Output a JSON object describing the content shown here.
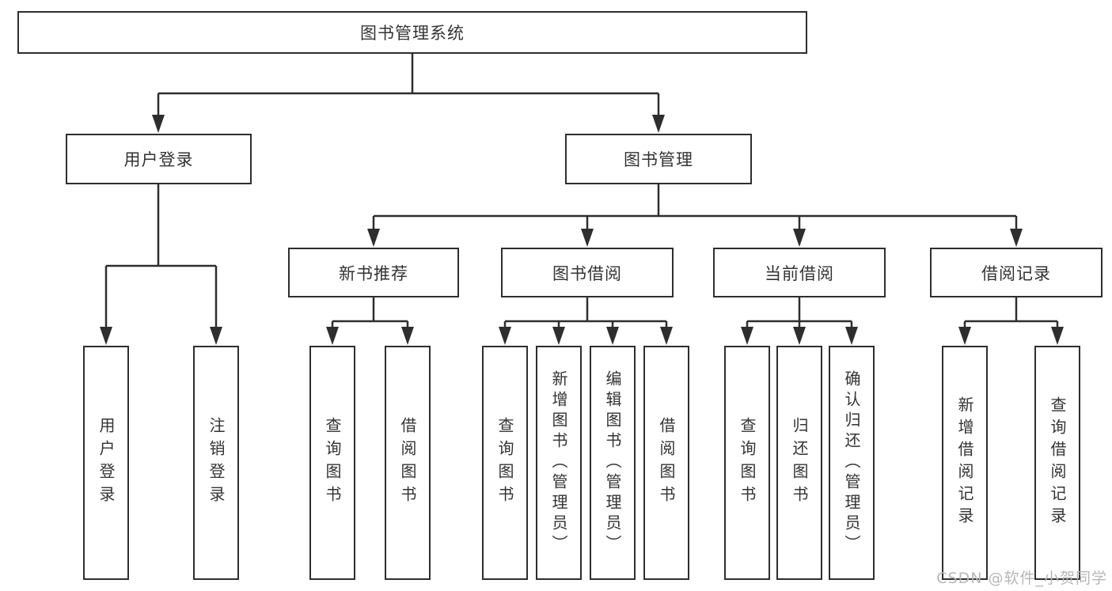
{
  "diagram": {
    "type": "hierarchy-tree",
    "title": "图书管理系统",
    "watermark": "CSDN @软件_小贺同学",
    "colors": {
      "line": "#2e2e2e",
      "text": "#333333",
      "background": "#ffffff",
      "watermark": "#b7b7b7"
    },
    "nodes": {
      "root": "图书管理系统",
      "user_login": "用户登录",
      "book_mgmt": "图书管理",
      "leaf_user_login": "用户登录",
      "leaf_logout": "注销登录",
      "new_book_rec": "新书推荐",
      "book_borrow": "图书借阅",
      "current_borrow": "当前借阅",
      "borrow_records": "借阅记录",
      "nb_query_books": "查询图书",
      "nb_borrow_books": "借阅图书",
      "bb_query_books": "查询图书",
      "bb_add_books": "新增图书（管理员）",
      "bb_edit_books": "编辑图书（管理员）",
      "bb_borrow_books": "借阅图书",
      "cb_query_books": "查询图书",
      "cb_return_books": "归还图书",
      "cb_confirm_return": "确认归还（管理员）",
      "br_add_record": "新增借阅记录",
      "br_query_record": "查询借阅记录"
    }
  }
}
